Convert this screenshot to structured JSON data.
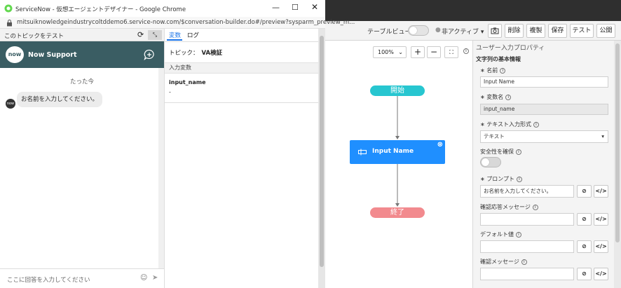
{
  "window": {
    "title": "ServiceNow - 仮想エージェントデザイナー - Google Chrome",
    "url": "mitsuiknowledgeindustrycoltddemo6.service-now.com/$conversation-builder.do#/preview?sysparm_preview_m..."
  },
  "chat": {
    "header_title": "このトピックをテスト",
    "bot_name": "Now Support",
    "logo_text": "now",
    "timestamp": "たった今",
    "message": "お名前を入力してください。",
    "input_placeholder": "ここに回答を入力してください"
  },
  "variables_panel": {
    "tabs": [
      "変数",
      "ログ"
    ],
    "topic_label": "トピック：",
    "topic_name": "VA検証",
    "section_title": "入力変数",
    "var_name": "input_name",
    "var_value": "-"
  },
  "toolbar": {
    "table_view_label": "テーブルビュー",
    "status_label": "非アクティブ",
    "delete_label": "削除",
    "copy_label": "複製",
    "save_label": "保存",
    "test_label": "テスト",
    "publish_label": "公開"
  },
  "canvas": {
    "zoom_value": "100%",
    "start_node": "開始",
    "input_node": "Input Name",
    "end_node": "終了"
  },
  "properties": {
    "panel_title": "ユーザー入力プロパティ",
    "section_title": "文字列の基本情報",
    "fields": {
      "name_label": "名前",
      "name_value": "Input Name",
      "varname_label": "変数名",
      "varname_value": "input_name",
      "format_label": "テキスト入力形式",
      "format_value": "テキスト",
      "secure_label": "安全性を確保",
      "prompt_label": "プロンプト",
      "prompt_value": "お名前を入力してください。",
      "confirm_response_label": "確認応答メッセージ",
      "default_label": "デフォルト値",
      "confirm_label": "確認メッセージ"
    }
  },
  "colors": {
    "banner": "#3a5d63",
    "start_node": "#27c6d0",
    "input_node": "#1f8fff",
    "end_node": "#f28a8e",
    "tab_active": "#1a73e8"
  }
}
